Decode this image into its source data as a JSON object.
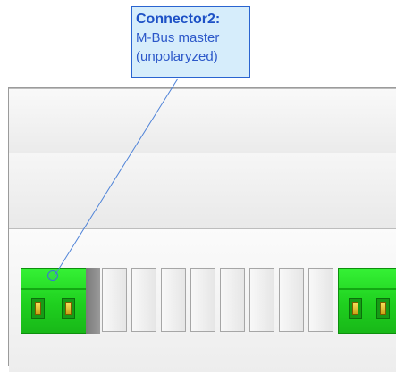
{
  "callout": {
    "title": "Connector2:",
    "line1": "M-Bus master",
    "line2": "(unpolaryzed)"
  },
  "colors": {
    "callout_fill": "#d6edfb",
    "callout_border": "#2a64d0",
    "callout_text": "#2c58c9",
    "terminal_green": "#22d822",
    "terminal_dark": "#0d8f0d",
    "screw_gold": "#e2c33b",
    "module_gray": "#eeeeee",
    "divider_gray": "#8a8a8a"
  },
  "icons": {
    "leader": "callout-leader-line",
    "marker": "target-circle-icon"
  }
}
